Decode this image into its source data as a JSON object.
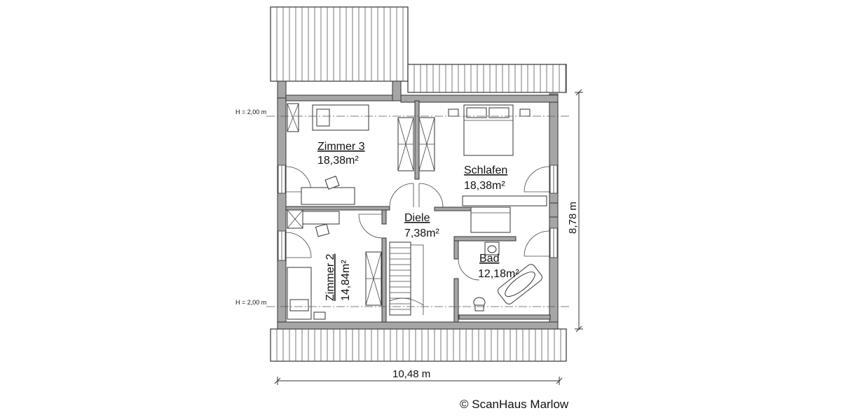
{
  "rooms": [
    {
      "name": "Zimmer 3",
      "area": "18,38m²"
    },
    {
      "name": "Schlafen",
      "area": "18,38m²"
    },
    {
      "name": "Diele",
      "area": "7,38m²"
    },
    {
      "name": "Zimmer 2",
      "area": "14,84m²"
    },
    {
      "name": "Bad",
      "area": "12,18m²"
    }
  ],
  "height_marks": [
    "H = 2,00 m",
    "H = 2,00 m"
  ],
  "dimensions": {
    "width": "10,48 m",
    "depth": "8,78 m"
  },
  "copyright": "© ScanHaus Marlow"
}
